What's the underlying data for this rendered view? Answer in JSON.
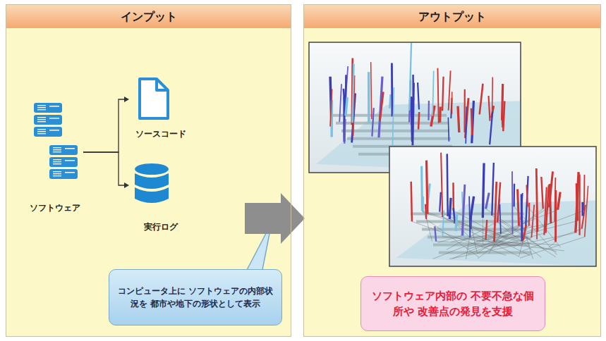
{
  "diagram": {
    "nodes": [
      {
        "text": [
          "インプット"
        ]
      },
      {
        "text": [
          "ソフトウェア"
        ],
        "in": 0
      },
      {
        "text": [
          "ソースコード"
        ],
        "in": 0
      },
      {
        "text": [
          "実行ログ"
        ],
        "in": 0
      },
      {
        "text": [
          "コンピュータ上に ソフトウェアの内部状況を 都市や地下の形状として表示"
        ],
        "in": 0
      },
      {
        "text": [
          "アウトプット"
        ]
      },
      {
        "text": [
          "ソフトウェア内部の 不要不急な個所や 改善点の発見を支援"
        ],
        "in": 5
      }
    ],
    "edges": [
      {
        "from": 1,
        "to": 2,
        "arrow": "to"
      },
      {
        "from": 1,
        "to": 3,
        "arrow": "to"
      },
      {
        "from": 0,
        "to": 5,
        "arrow": "to"
      }
    ]
  }
}
